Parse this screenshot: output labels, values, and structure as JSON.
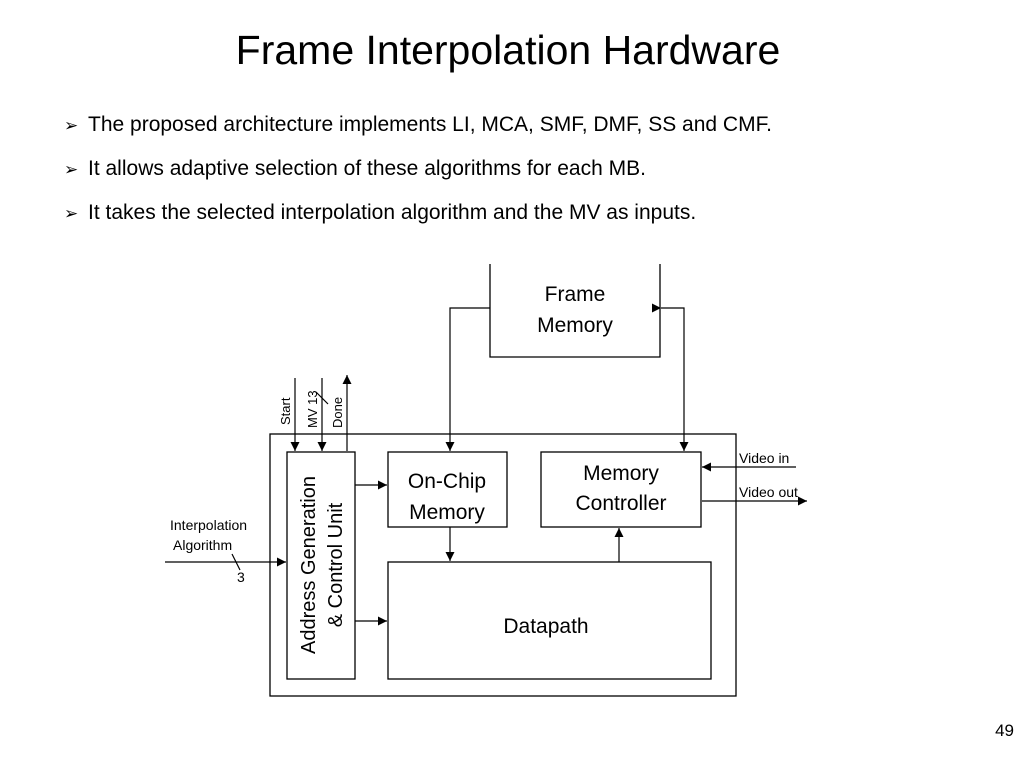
{
  "slide": {
    "title": "Frame Interpolation Hardware",
    "page_number": "49"
  },
  "bullets": [
    {
      "marker": "➢",
      "text": "The proposed architecture implements LI, MCA, SMF, DMF, SS and CMF."
    },
    {
      "marker": "➢",
      "text": "It allows adaptive selection of these algorithms for each MB."
    },
    {
      "marker": "➢",
      "text": "It takes the selected interpolation algorithm and the MV as inputs."
    }
  ],
  "diagram": {
    "frame_memory": {
      "line1": "Frame",
      "line2": "Memory"
    },
    "on_chip_memory": {
      "line1": "On-Chip",
      "line2": "Memory"
    },
    "memory_controller": {
      "line1": "Memory",
      "line2": "Controller"
    },
    "datapath": "Datapath",
    "agcu": {
      "line1": "Address Generation",
      "line2": "& Control Unit"
    },
    "signals": {
      "start": "Start",
      "mv": "MV",
      "mv_width": "13",
      "done": "Done",
      "video_in": "Video in",
      "video_out": "Video out",
      "interp_line1": "Interpolation",
      "interp_line2": "Algorithm",
      "interp_width": "3"
    }
  }
}
